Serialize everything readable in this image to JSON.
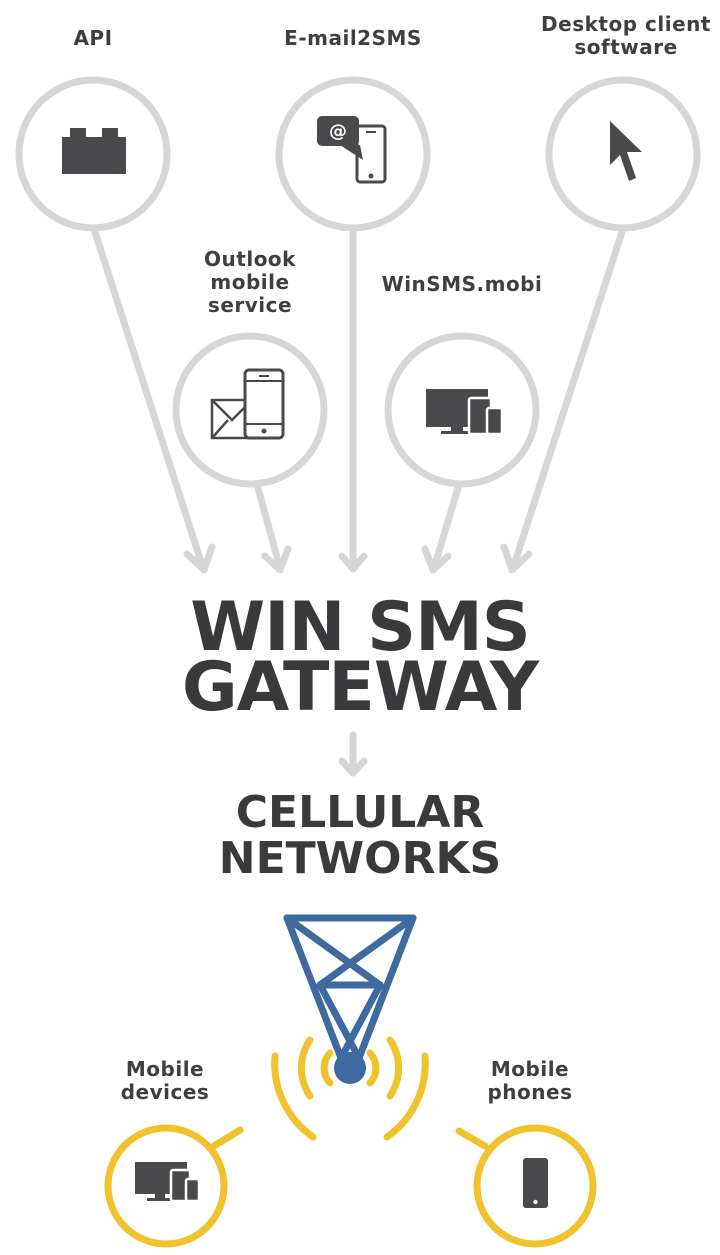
{
  "sources": {
    "api": "API",
    "email2sms": "E-mail2SMS",
    "desktop_line1": "Desktop client",
    "desktop_line2": "software",
    "outlook_line1": "Outlook",
    "outlook_line2": "mobile",
    "outlook_line3": "service",
    "winsms_mobi": "WinSMS.mobi"
  },
  "gateway": {
    "line1": "WIN SMS",
    "line2": "GATEWAY"
  },
  "networks": {
    "line1": "CELLULAR",
    "line2": "NETWORKS"
  },
  "targets": {
    "devices_line1": "Mobile",
    "devices_line2": "devices",
    "phones_line1": "Mobile",
    "phones_line2": "phones"
  },
  "colors": {
    "circle_gray": "#d6d6d6",
    "icon_dark": "#4a4a4c",
    "tower_blue": "#3e6aa0",
    "signal_yellow": "#efc22e"
  }
}
